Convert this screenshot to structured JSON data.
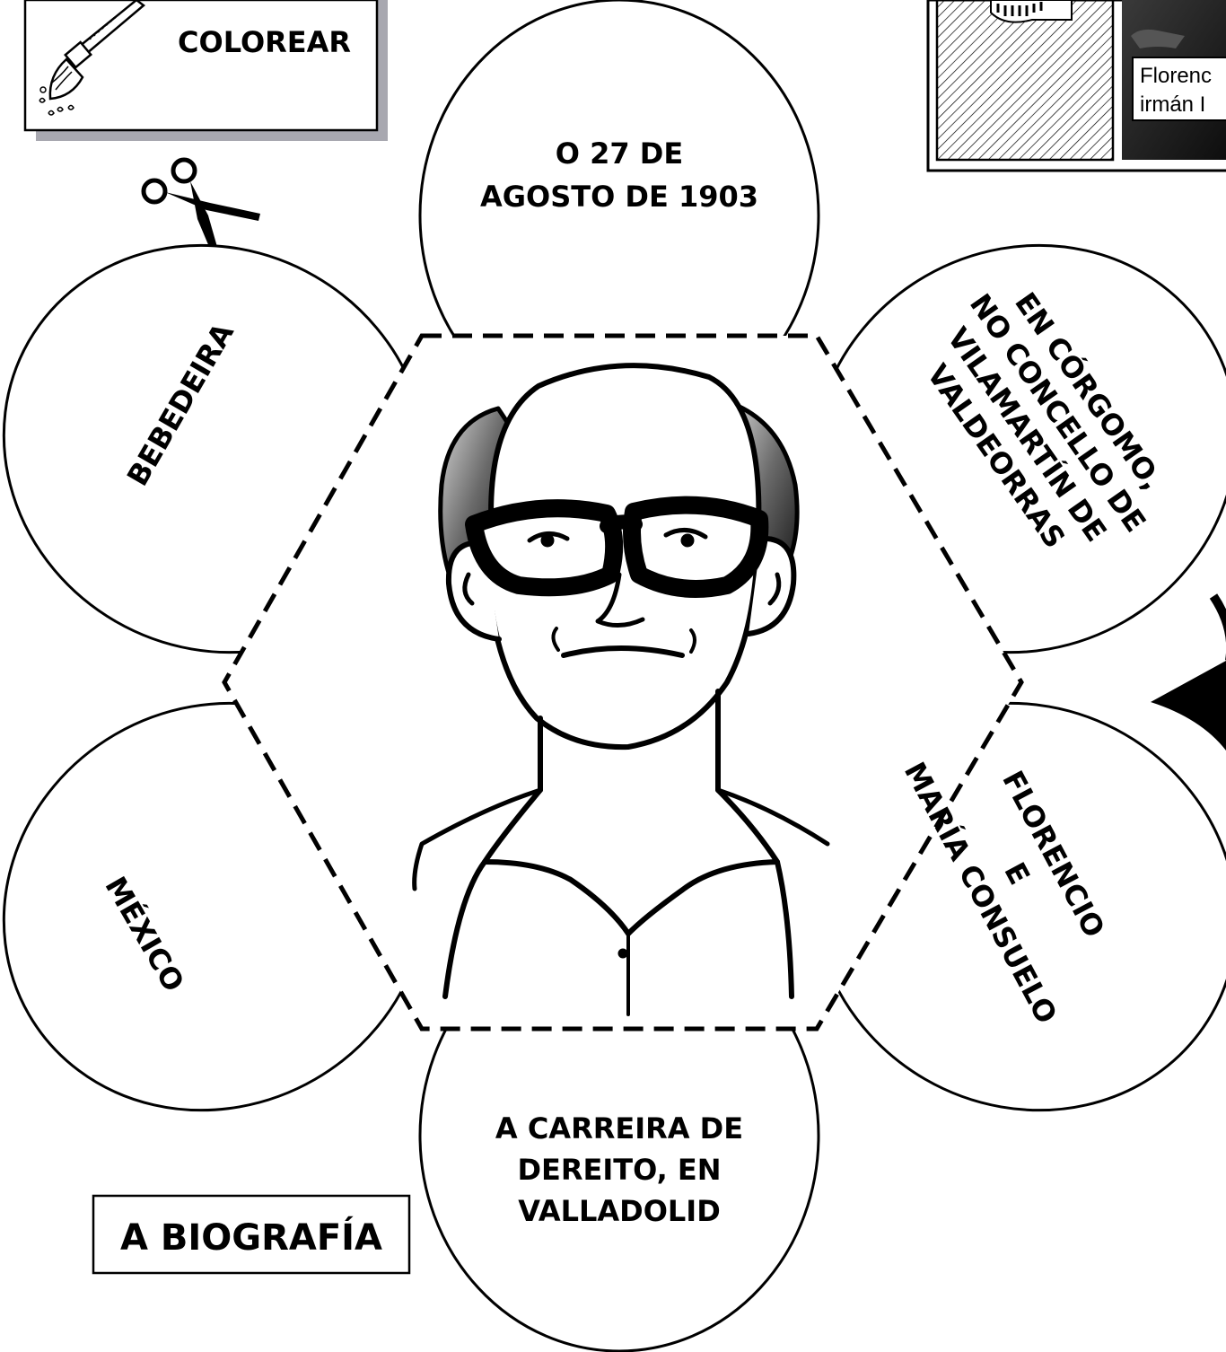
{
  "color_box": {
    "label": "COLOREAR",
    "icon": "paintbrush-icon"
  },
  "scissors": {
    "icon": "scissors-icon"
  },
  "photo": {
    "caption_line1": "Florenc",
    "caption_line2": "irmán I"
  },
  "petals": {
    "top": [
      "O 27 DE",
      "AGOSTO DE 1903"
    ],
    "upper_right": [
      "EN CÓRGOMO,",
      "NO CONCELLO DE",
      "VILAMARTÍN DE",
      "VALDEORRAS"
    ],
    "lower_right": [
      "FLORENCIO",
      "E",
      "MARÍA CONSUELO"
    ],
    "bottom": [
      "A CARREIRA DE",
      "DEREITO, EN",
      "VALLADOLID"
    ],
    "lower_left": [
      "MÉXICO"
    ],
    "upper_left": [
      "BEBEDEIRA"
    ]
  },
  "title": "A BIOGRAFÍA",
  "center": {
    "icon": "portrait-illustration"
  },
  "arrow": {
    "icon": "curved-arrow-icon"
  },
  "colors": {
    "ink": "#000000",
    "paper": "#ffffff",
    "shadow": "#a8a8b0"
  }
}
